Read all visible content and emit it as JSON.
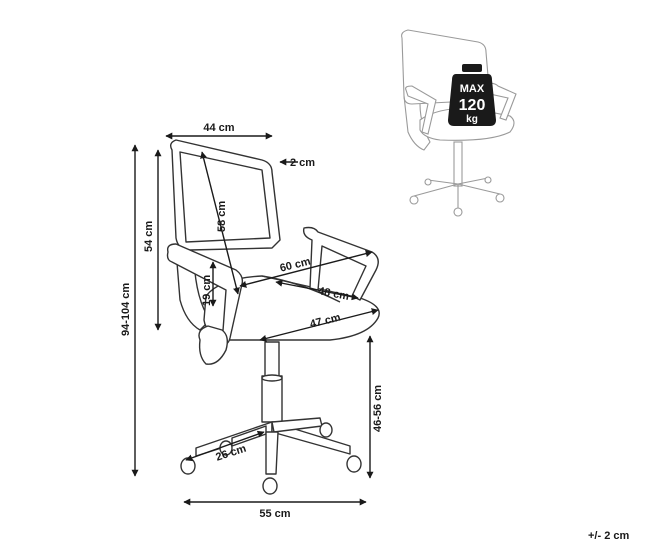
{
  "dimensions": {
    "width_back": "44 cm",
    "frame_thickness": "2 cm",
    "backrest_height": "58 cm",
    "back_height": "54 cm",
    "total_height": "94-104 cm",
    "width_arms": "60 cm",
    "seat_depth": "48 cm",
    "armrest_height": "19 cm",
    "seat_width": "47 cm",
    "seat_height": "46-56 cm",
    "leg_length": "26 cm",
    "base_diameter": "55 cm"
  },
  "max_load": {
    "label": "MAX",
    "value": "120",
    "unit": "kg"
  },
  "tolerance": "+/- 2 cm"
}
